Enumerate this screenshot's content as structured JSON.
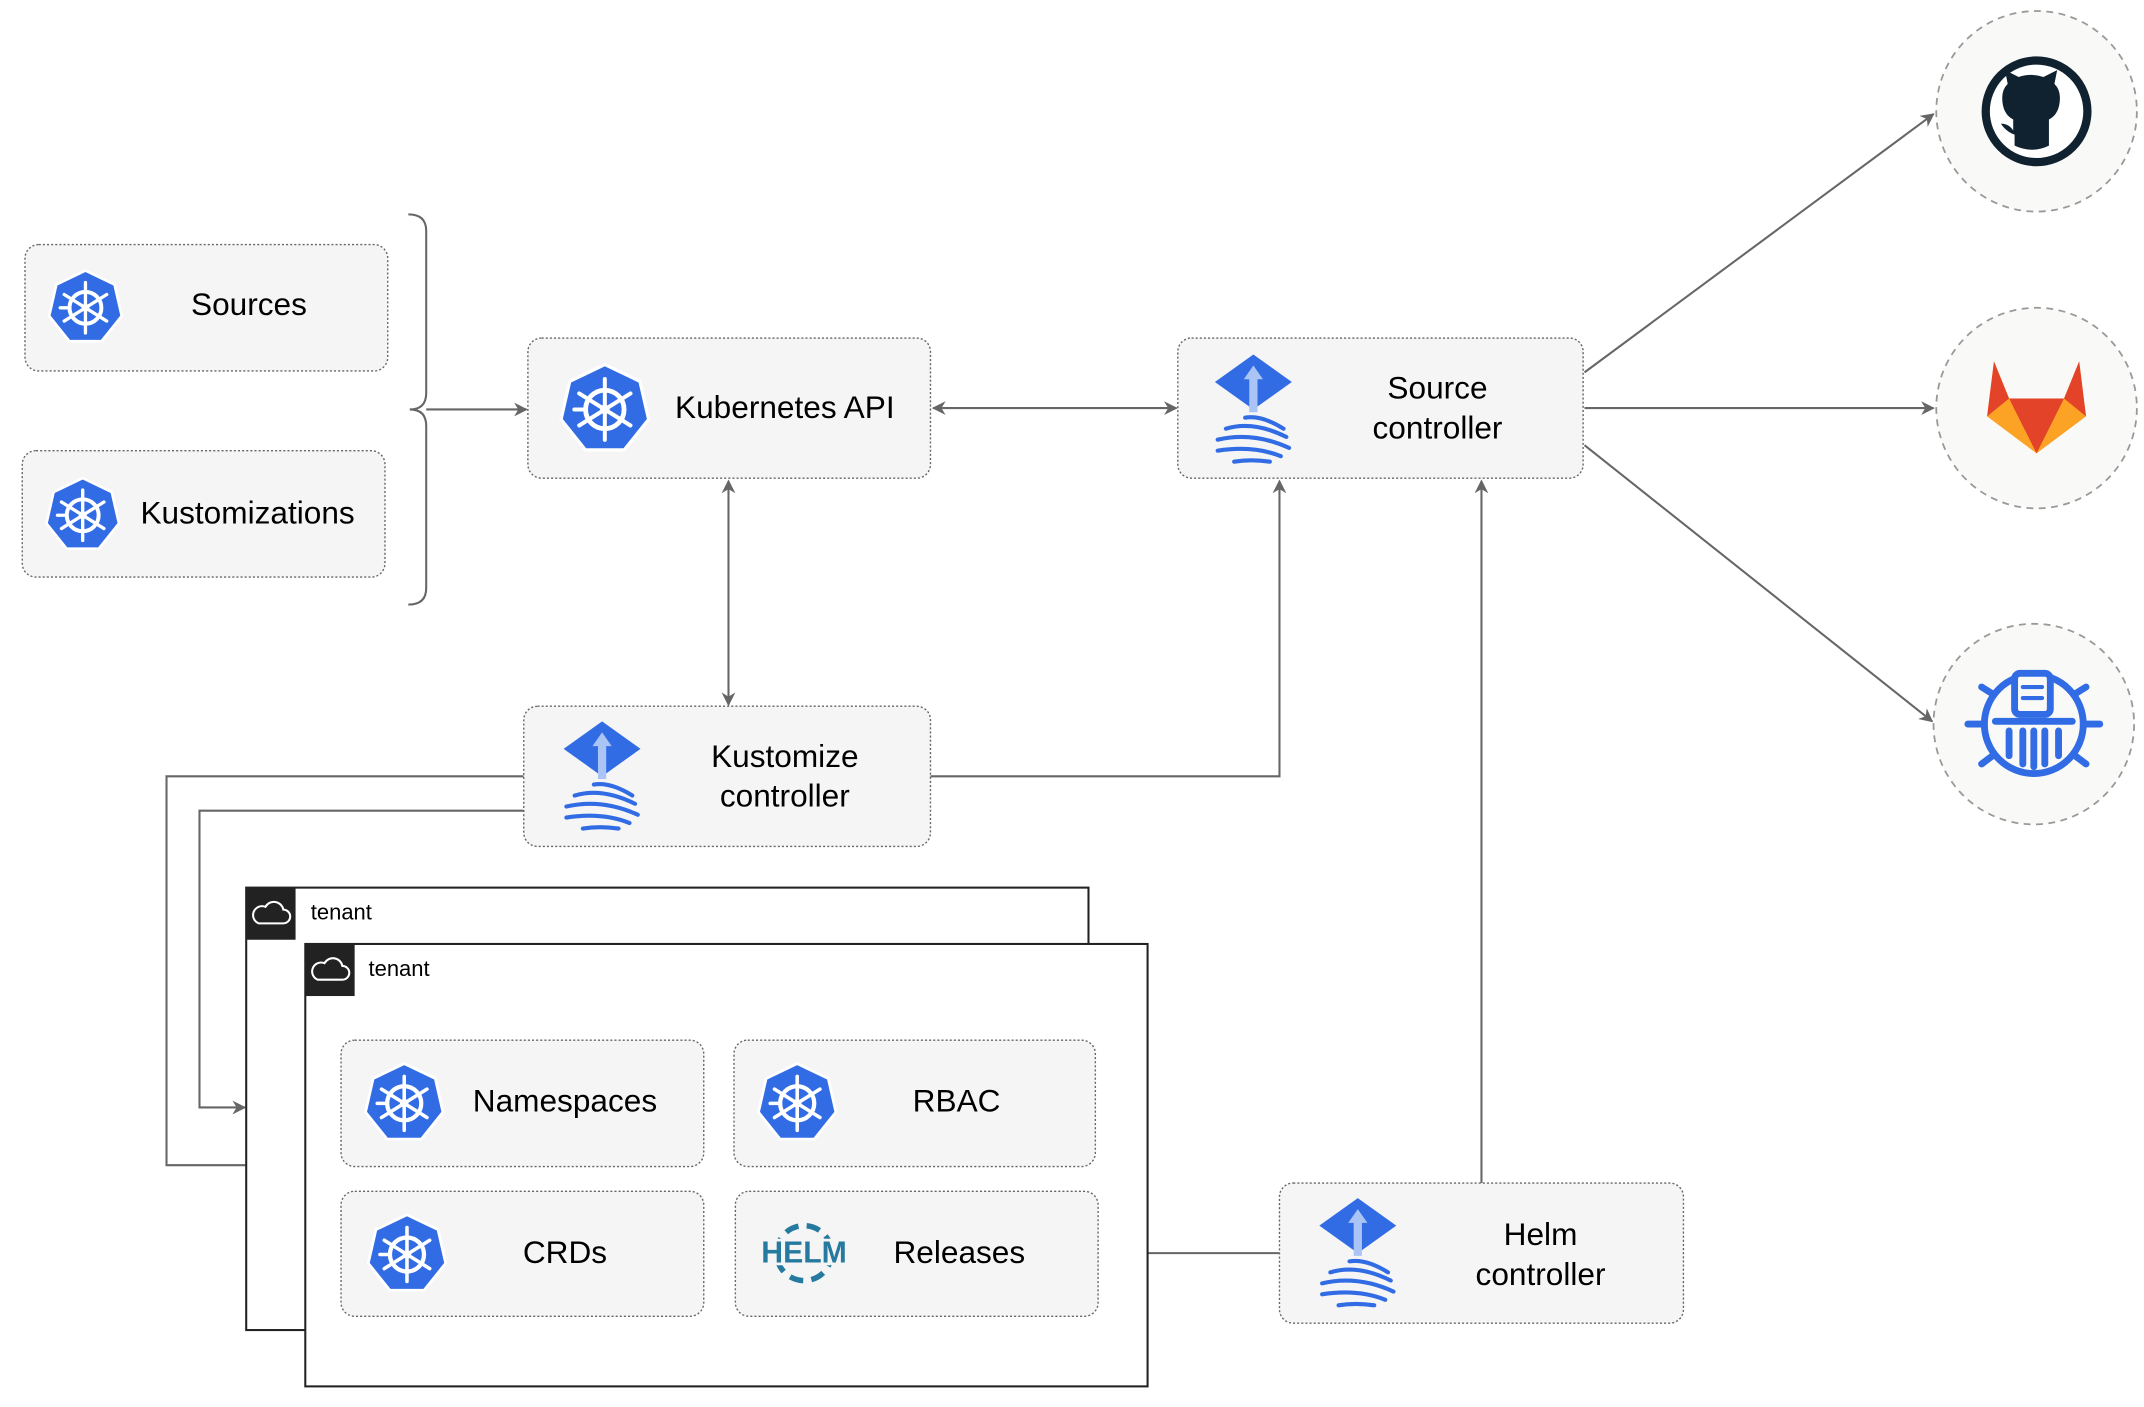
{
  "nodes": {
    "sources": "Sources",
    "kustomizations": "Kustomizations",
    "kubernetes_api": "Kubernetes API",
    "source_controller": [
      "Source",
      "controller"
    ],
    "kustomize_controller": [
      "Kustomize",
      "controller"
    ],
    "helm_controller": [
      "Helm",
      "controller"
    ],
    "namespaces": "Namespaces",
    "rbac": "RBAC",
    "crds": "CRDs",
    "releases": "Releases"
  },
  "tenants": [
    "tenant",
    "tenant"
  ],
  "external_sources": [
    {
      "icon": "github-icon"
    },
    {
      "icon": "gitlab-icon"
    },
    {
      "icon": "bucket-icon"
    }
  ],
  "logos": {
    "helm": "HELM"
  },
  "colors": {
    "kubernetes_blue": "#326ce5",
    "gitlab_orange": "#e24329",
    "github_dark": "#10212f",
    "edge": "#666666"
  }
}
